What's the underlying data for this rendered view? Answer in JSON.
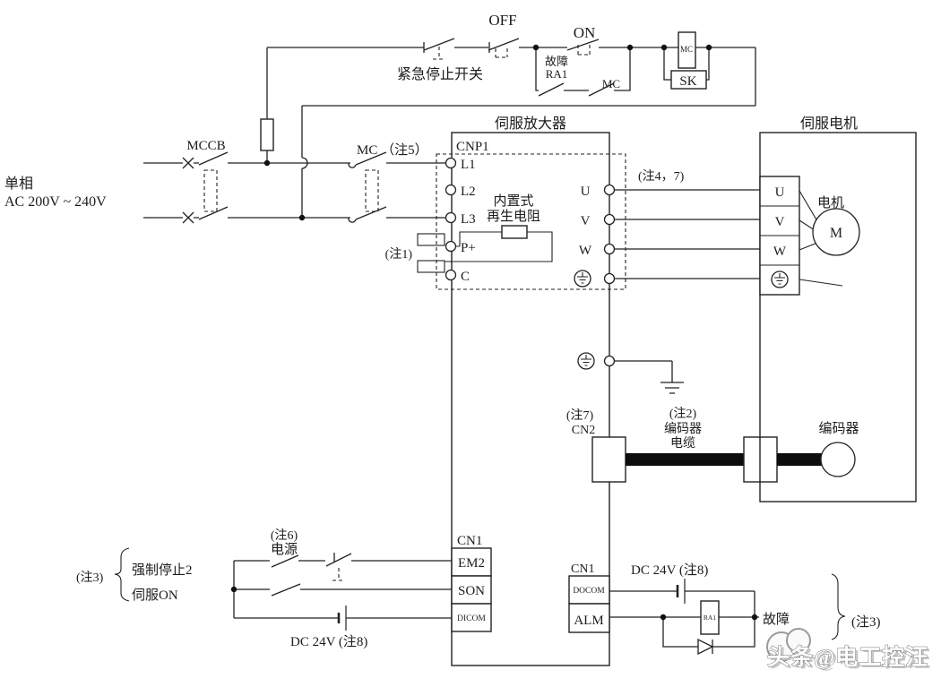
{
  "control_circuit": {
    "emergency_stop_label": "紧急停止开关",
    "off_label": "OFF",
    "on_label": "ON",
    "fault_label": "故障",
    "fault_relay": "RA1",
    "self_hold_contact": "MC",
    "contactor_coil": "MC",
    "surge_suppressor": "SK"
  },
  "power_input": {
    "phase_label": "单相",
    "voltage_label": "AC 200V ~ 240V",
    "breaker_label": "MCCB",
    "contactor_label": "MC （注5）"
  },
  "amplifier": {
    "title": "伺服放大器",
    "connector_cnp1": "CNP1",
    "terminal_l1": "L1",
    "terminal_l2": "L2",
    "terminal_l3": "L3",
    "terminal_pplus": "P+",
    "terminal_c": "C",
    "note1": "(注1)",
    "regen_resistor_line1": "内置式",
    "regen_resistor_line2": "再生电阻",
    "out_u": "U",
    "out_v": "V",
    "out_w": "W",
    "output_note": "(注4，7)",
    "cn2_note": "(注7)",
    "connector_cn2": "CN2",
    "cn1_in_label": "CN1",
    "terminal_em2": "EM2",
    "terminal_son": "SON",
    "terminal_dicom": "DICOM",
    "cn1_out_label": "CN1",
    "terminal_docom": "DOCOM",
    "terminal_alm": "ALM"
  },
  "motor": {
    "title": "伺服电机",
    "terminal_u": "U",
    "terminal_v": "V",
    "terminal_w": "W",
    "motor_label": "电机",
    "motor_symbol": "M",
    "encoder_label": "编码器"
  },
  "encoder_cable": {
    "note2": "(注2)",
    "label_line1": "编码器",
    "label_line2": "电缆"
  },
  "digital_input": {
    "note3": "(注3)",
    "forced_stop_label": "强制停止2",
    "servo_on_label": "伺服ON",
    "note6": "(注6)",
    "power_label": "电源",
    "dc_supply_label": "DC 24V (注8)"
  },
  "fault_output": {
    "dc_supply_label": "DC 24V (注8)",
    "relay_label": "RA1",
    "fault_label": "故障",
    "note3": "(注3)"
  },
  "watermark": {
    "text": "头条@电工控汪"
  }
}
